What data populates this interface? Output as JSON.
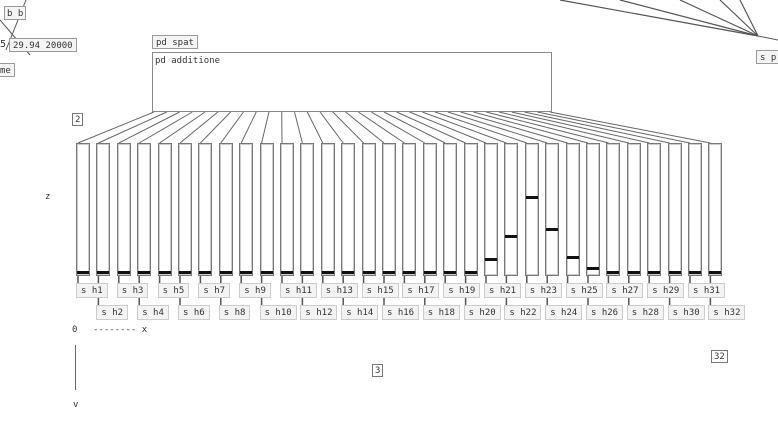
{
  "top_left": {
    "toggle_label": "b b",
    "number_prefix": "5",
    "number_value": "29.94 20000",
    "partial_object": "me"
  },
  "top_right": {
    "partial_send": "s p"
  },
  "objects": {
    "pd_spat": "pd spat",
    "pd_addition": "pd additione"
  },
  "number_boxes": {
    "top_left": "2",
    "bottom_mid": "3",
    "bottom_right": "32"
  },
  "z_label": "z",
  "axis": {
    "zero": "0",
    "x_axis": "-------- x",
    "y_label": "v"
  },
  "sliders": [
    0,
    0,
    0,
    0,
    0,
    0,
    0,
    0,
    0,
    0,
    0,
    0,
    0,
    0,
    0,
    0,
    0,
    0,
    0,
    0,
    0.1,
    0.28,
    0.58,
    0.33,
    0.12,
    0.03,
    0,
    0,
    0,
    0,
    0,
    0
  ],
  "send_labels": [
    "s h1",
    "s h2",
    "s h3",
    "s h4",
    "s h5",
    "s h6",
    "s h7",
    "s h8",
    "s h9",
    "s h10",
    "s h11",
    "s h12",
    "s h13",
    "s h14",
    "s h15",
    "s h16",
    "s h17",
    "s h18",
    "s h19",
    "s h20",
    "s h21",
    "s h22",
    "s h23",
    "s h24",
    "s h25",
    "s h26",
    "s h27",
    "s h28",
    "s h29",
    "s h30",
    "s h31",
    "s h32"
  ]
}
